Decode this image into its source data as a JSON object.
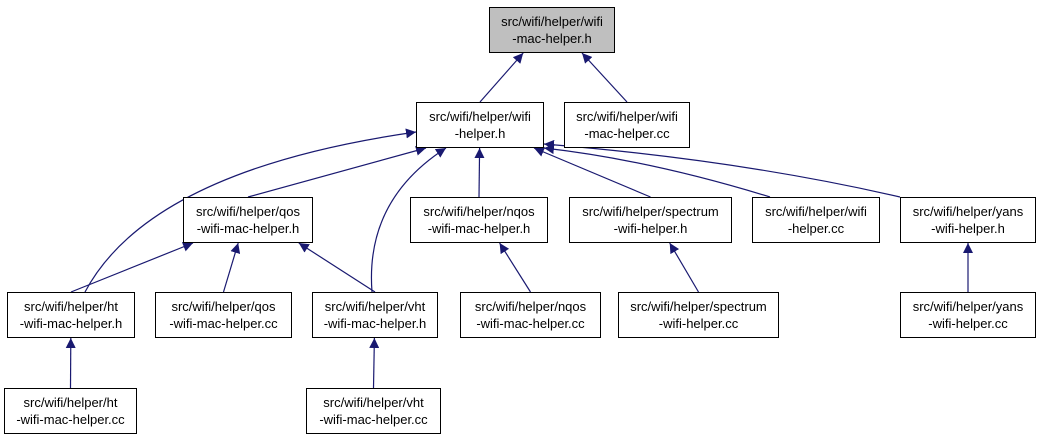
{
  "colors": {
    "edge": "#191970",
    "root_fill": "#bfbfbf",
    "node_fill": "#ffffff",
    "border": "#000000"
  },
  "nodes": {
    "wifi_mac_helper_h": {
      "line1": "src/wifi/helper/wifi",
      "line2": "-mac-helper.h"
    },
    "wifi_helper_h": {
      "line1": "src/wifi/helper/wifi",
      "line2": "-helper.h"
    },
    "wifi_mac_helper_cc": {
      "line1": "src/wifi/helper/wifi",
      "line2": "-mac-helper.cc"
    },
    "qos_wifi_mac_helper_h": {
      "line1": "src/wifi/helper/qos",
      "line2": "-wifi-mac-helper.h"
    },
    "nqos_wifi_mac_helper_h": {
      "line1": "src/wifi/helper/nqos",
      "line2": "-wifi-mac-helper.h"
    },
    "spectrum_wifi_helper_h": {
      "line1": "src/wifi/helper/spectrum",
      "line2": "-wifi-helper.h"
    },
    "wifi_helper_cc": {
      "line1": "src/wifi/helper/wifi",
      "line2": "-helper.cc"
    },
    "yans_wifi_helper_h": {
      "line1": "src/wifi/helper/yans",
      "line2": "-wifi-helper.h"
    },
    "ht_wifi_mac_helper_h": {
      "line1": "src/wifi/helper/ht",
      "line2": "-wifi-mac-helper.h"
    },
    "qos_wifi_mac_helper_cc": {
      "line1": "src/wifi/helper/qos",
      "line2": "-wifi-mac-helper.cc"
    },
    "vht_wifi_mac_helper_h": {
      "line1": "src/wifi/helper/vht",
      "line2": "-wifi-mac-helper.h"
    },
    "nqos_wifi_mac_helper_cc": {
      "line1": "src/wifi/helper/nqos",
      "line2": "-wifi-mac-helper.cc"
    },
    "spectrum_wifi_helper_cc": {
      "line1": "src/wifi/helper/spectrum",
      "line2": "-wifi-helper.cc"
    },
    "yans_wifi_helper_cc": {
      "line1": "src/wifi/helper/yans",
      "line2": "-wifi-helper.cc"
    },
    "ht_wifi_mac_helper_cc": {
      "line1": "src/wifi/helper/ht",
      "line2": "-wifi-mac-helper.cc"
    },
    "vht_wifi_mac_helper_cc": {
      "line1": "src/wifi/helper/vht",
      "line2": "-wifi-mac-helper.cc"
    }
  },
  "edges": [
    [
      "wifi_helper_h",
      "wifi_mac_helper_h"
    ],
    [
      "wifi_mac_helper_cc",
      "wifi_mac_helper_h"
    ],
    [
      "qos_wifi_mac_helper_h",
      "wifi_helper_h"
    ],
    [
      "nqos_wifi_mac_helper_h",
      "wifi_helper_h"
    ],
    [
      "spectrum_wifi_helper_h",
      "wifi_helper_h"
    ],
    [
      "wifi_helper_cc",
      "wifi_helper_h"
    ],
    [
      "yans_wifi_helper_h",
      "wifi_helper_h"
    ],
    [
      "ht_wifi_mac_helper_h",
      "wifi_helper_h"
    ],
    [
      "vht_wifi_mac_helper_h",
      "wifi_helper_h"
    ],
    [
      "ht_wifi_mac_helper_h",
      "qos_wifi_mac_helper_h"
    ],
    [
      "qos_wifi_mac_helper_cc",
      "qos_wifi_mac_helper_h"
    ],
    [
      "vht_wifi_mac_helper_h",
      "qos_wifi_mac_helper_h"
    ],
    [
      "nqos_wifi_mac_helper_cc",
      "nqos_wifi_mac_helper_h"
    ],
    [
      "spectrum_wifi_helper_cc",
      "spectrum_wifi_helper_h"
    ],
    [
      "yans_wifi_helper_cc",
      "yans_wifi_helper_h"
    ],
    [
      "ht_wifi_mac_helper_cc",
      "ht_wifi_mac_helper_h"
    ],
    [
      "vht_wifi_mac_helper_cc",
      "vht_wifi_mac_helper_h"
    ]
  ]
}
